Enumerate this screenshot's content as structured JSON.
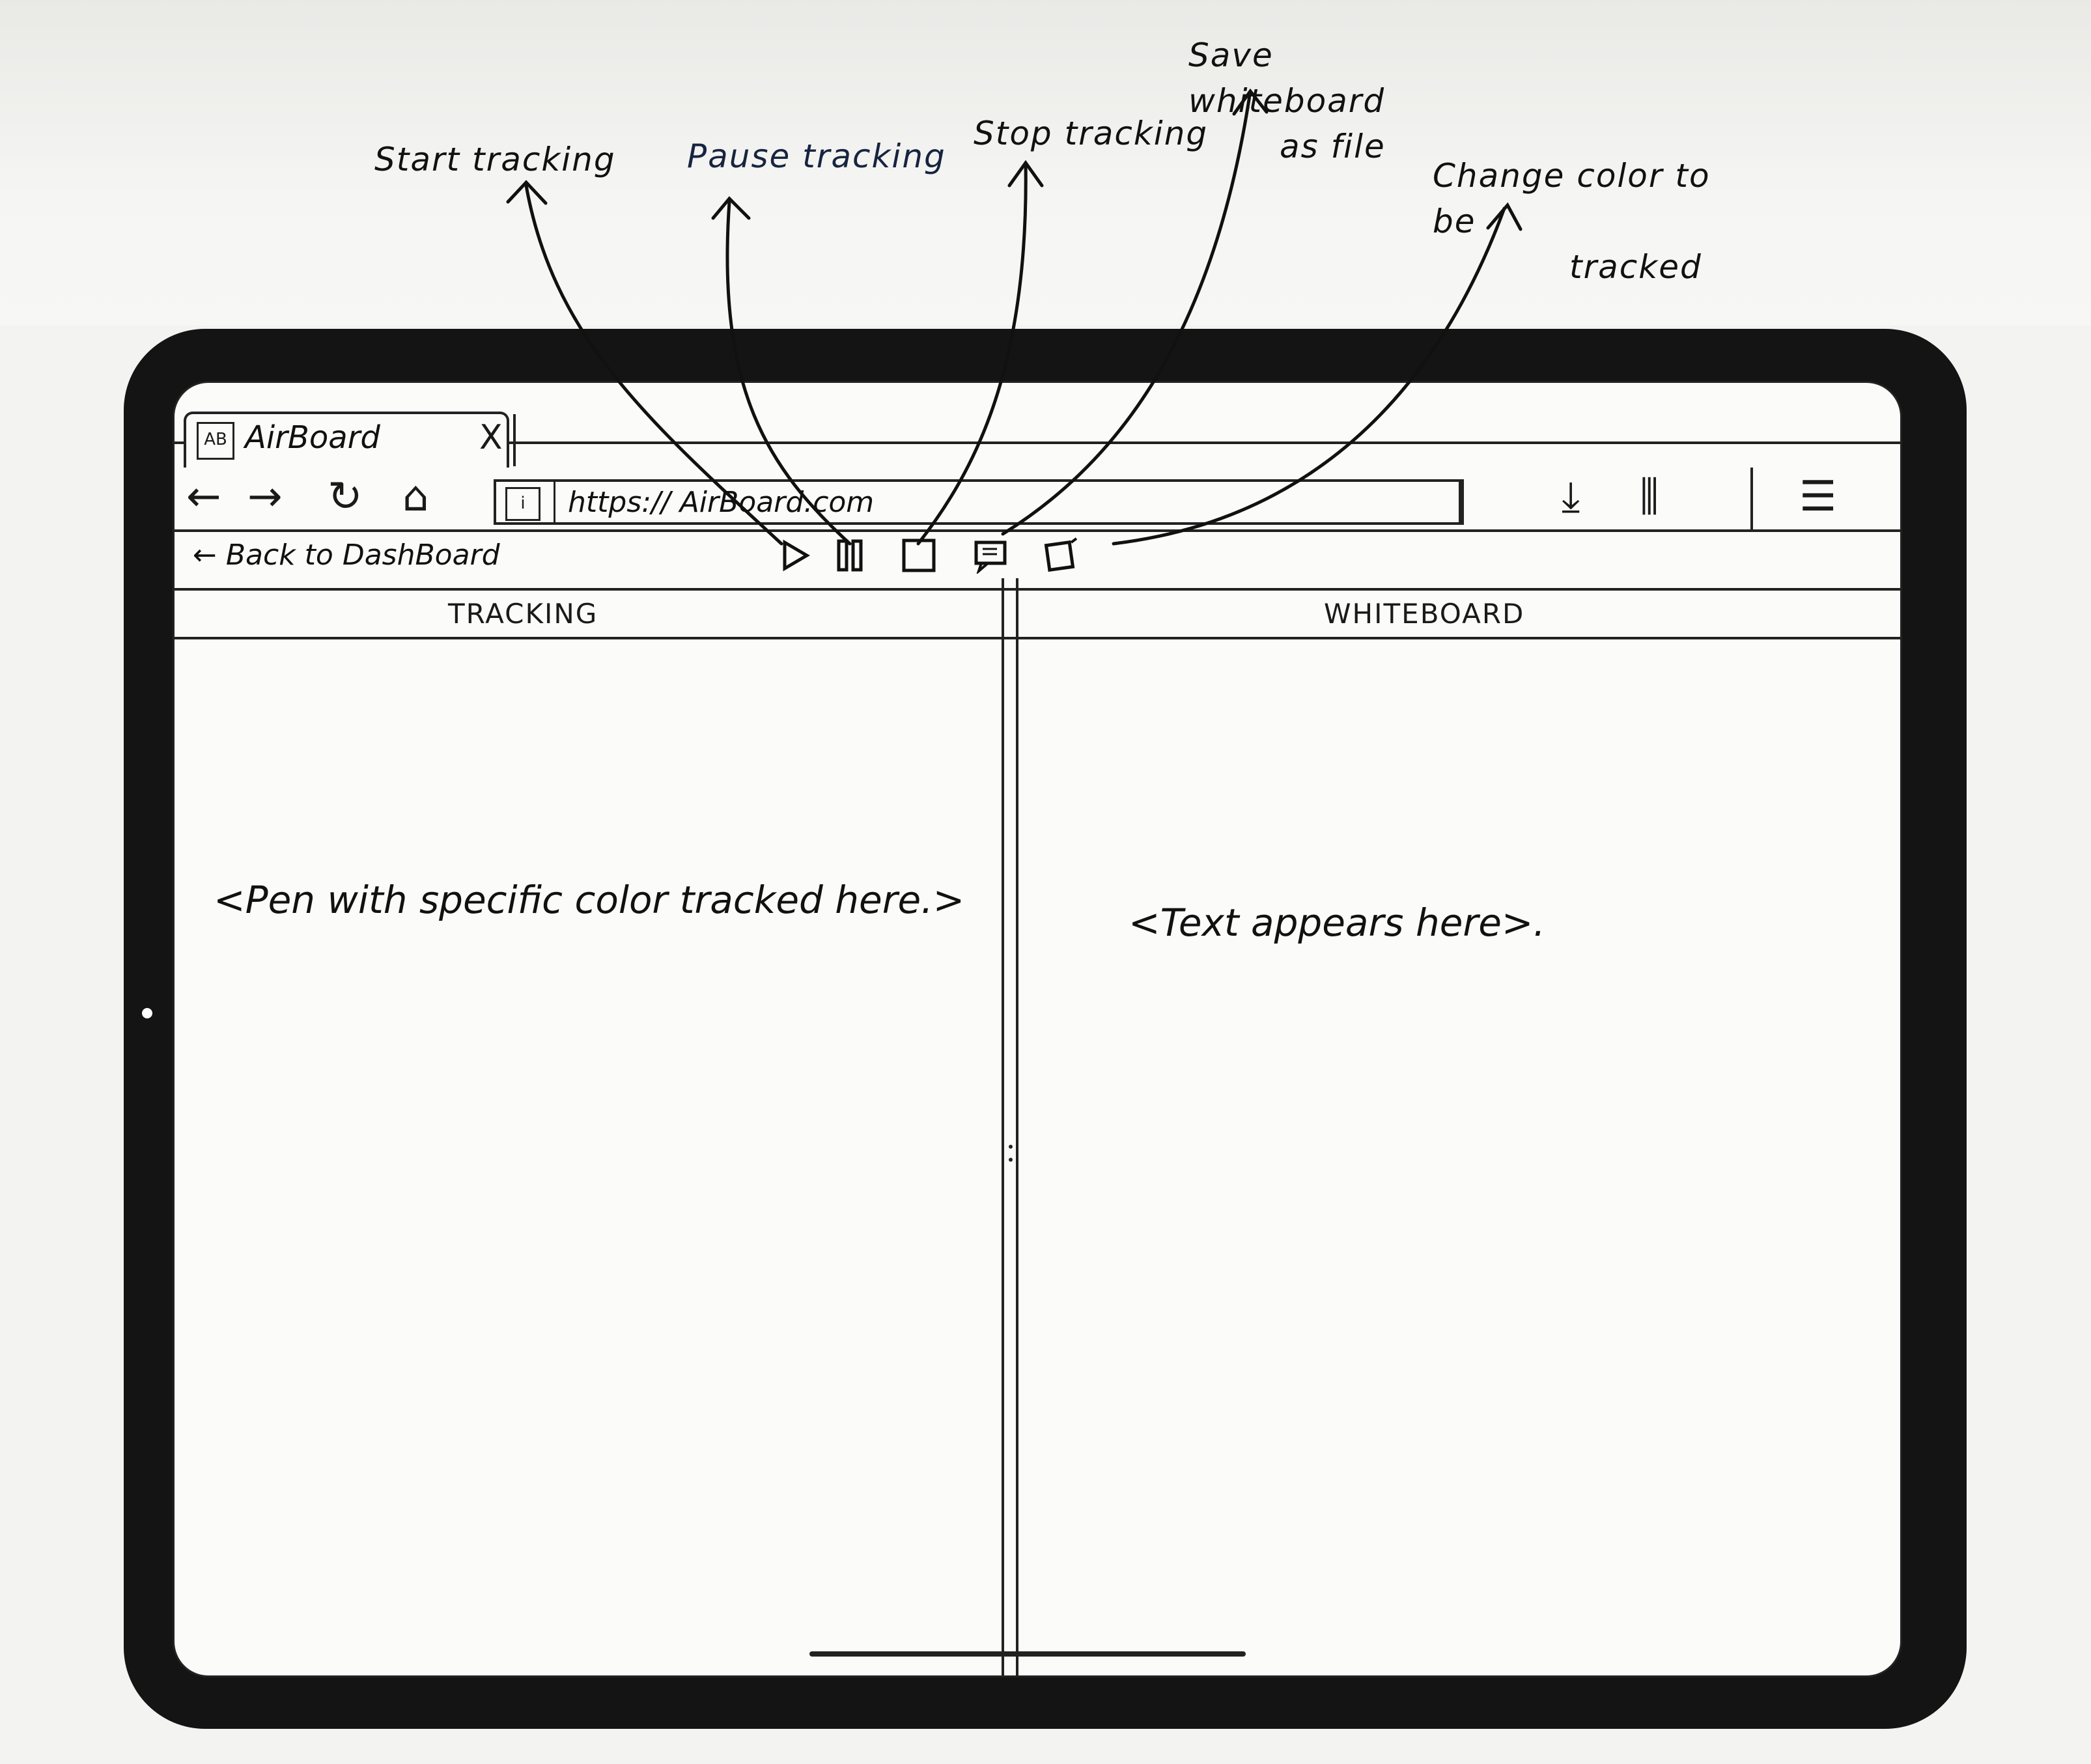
{
  "annotations": {
    "start": "Start tracking",
    "pause": "Pause tracking",
    "stop": "Stop tracking",
    "save_line1": "Save whiteboard",
    "save_line2": "as file",
    "color_line1": "Change color to be",
    "color_line2": "tracked"
  },
  "browser": {
    "tab_title": "AirBoard",
    "tab_close": "X",
    "url": "https:// AirBoard.com",
    "nav": {
      "back": "←",
      "forward": "→",
      "reload": "↻",
      "home": "⌂"
    },
    "right_icons": {
      "download": "⤓",
      "library": "⫼",
      "menu": "☰"
    }
  },
  "toolbar": {
    "back_label": "← Back to DashBoard",
    "tools": [
      {
        "name": "start-tracking",
        "icon": "play-icon"
      },
      {
        "name": "pause-tracking",
        "icon": "pause-icon"
      },
      {
        "name": "stop-tracking",
        "icon": "stop-icon"
      },
      {
        "name": "save-whiteboard",
        "icon": "save-file-icon"
      },
      {
        "name": "change-color",
        "icon": "color-picker-icon"
      }
    ]
  },
  "panes": {
    "left_title": "TRACKING",
    "right_title": "WHITEBOARD",
    "left_placeholder": "<Pen with specific color tracked here.>",
    "right_placeholder": "<Text appears here>."
  }
}
